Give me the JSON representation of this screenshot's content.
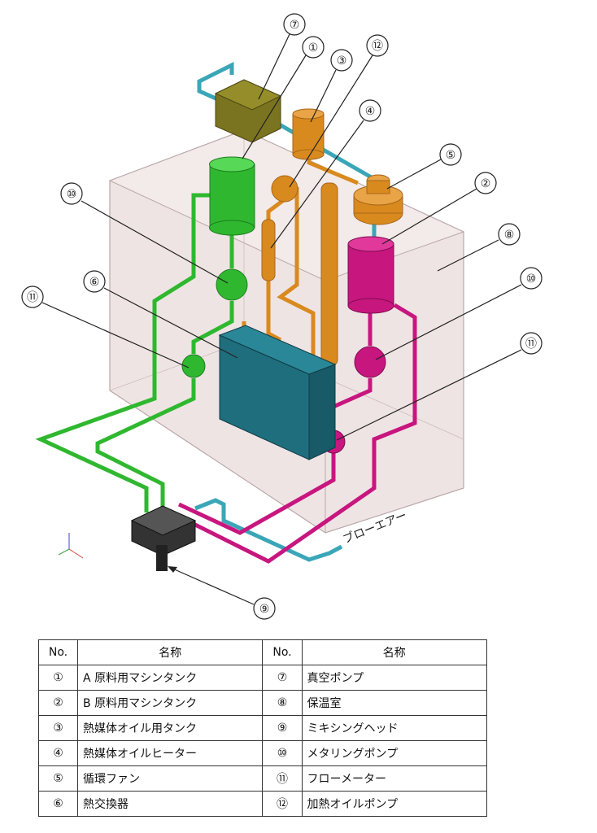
{
  "diagram": {
    "blow_air_label": "ブローエアー",
    "callouts": [
      "⑦",
      "①",
      "③",
      "⑫",
      "④",
      "⑤",
      "②",
      "⑩",
      "⑧",
      "⑥",
      "⑪",
      "⑩",
      "⑪",
      "⑨"
    ],
    "colors": {
      "green_parts": "#2fb82f",
      "magenta_parts": "#c8167f",
      "orange_parts": "#d98a1e",
      "teal_heat_exchanger": "#1f6e7e",
      "olive_vacuum_pump": "#7a7420",
      "cyan_blow_air": "#3aa6b8",
      "chamber_fill": "#ecdcdc",
      "mixing_head": "#333333"
    }
  },
  "table": {
    "header": {
      "no1": "No.",
      "name1": "名称",
      "no2": "No.",
      "name2": "名称"
    },
    "rows": [
      {
        "no1": "①",
        "name1": "A 原料用マシンタンク",
        "no2": "⑦",
        "name2": "真空ポンプ"
      },
      {
        "no1": "②",
        "name1": "B 原料用マシンタンク",
        "no2": "⑧",
        "name2": "保温室"
      },
      {
        "no1": "③",
        "name1": "熱媒体オイル用タンク",
        "no2": "⑨",
        "name2": "ミキシングヘッド"
      },
      {
        "no1": "④",
        "name1": "熱媒体オイルヒーター",
        "no2": "⑩",
        "name2": "メタリングポンプ"
      },
      {
        "no1": "⑤",
        "name1": "循環ファン",
        "no2": "⑪",
        "name2": "フローメーター"
      },
      {
        "no1": "⑥",
        "name1": "熱交換器",
        "no2": "⑫",
        "name2": "加熱オイルポンプ"
      }
    ]
  }
}
